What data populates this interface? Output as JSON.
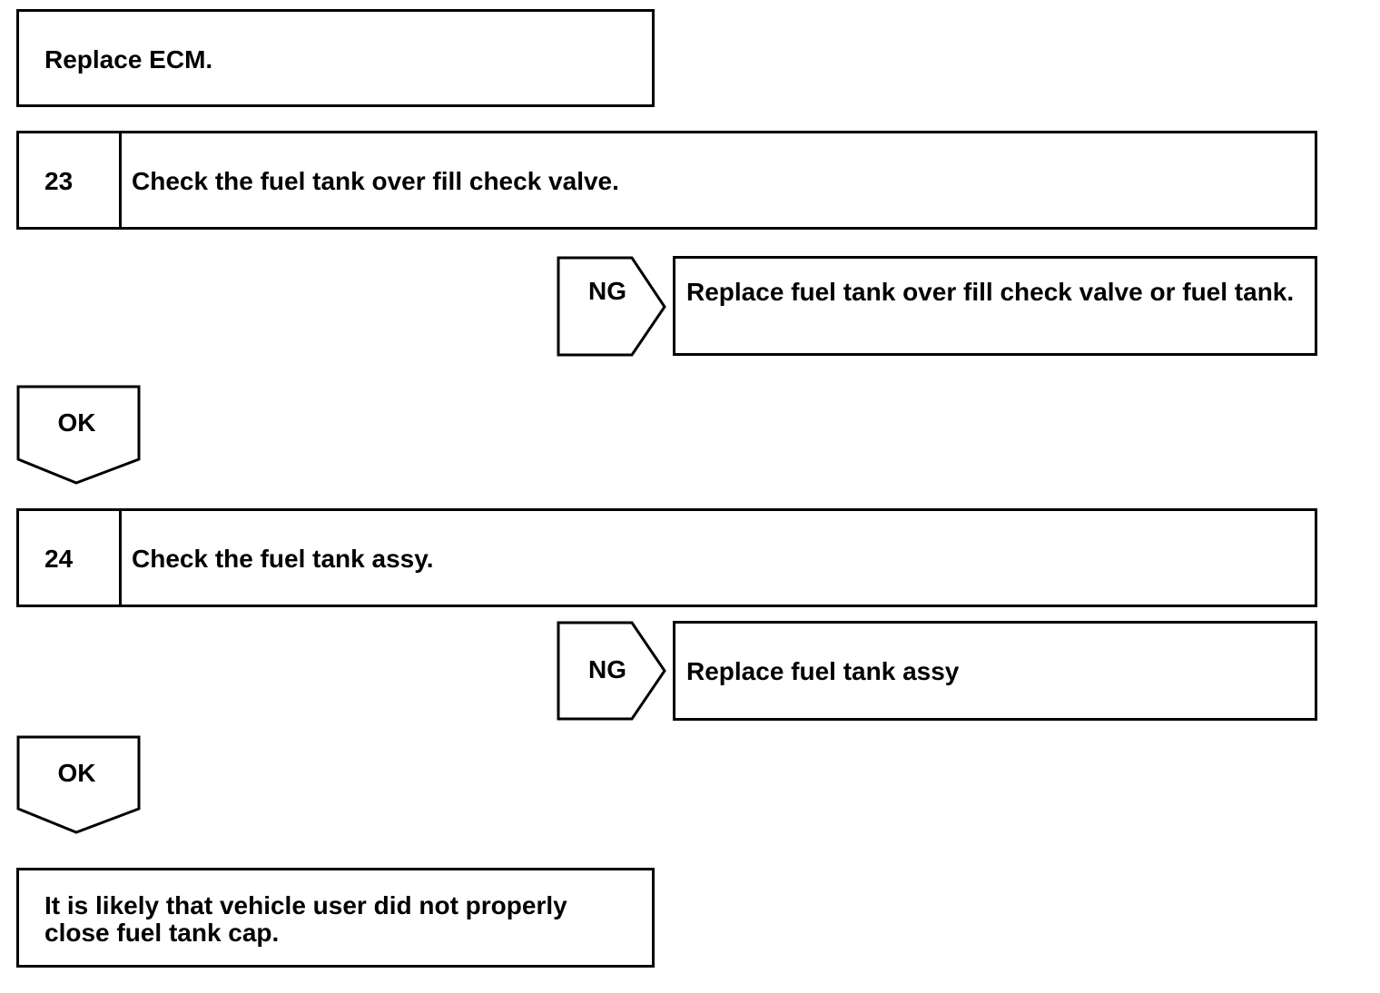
{
  "blocks": {
    "replace_ecm": "Replace ECM.",
    "step23": {
      "number": "23",
      "text": "Check the fuel tank over fill check valve."
    },
    "ng23": {
      "label": "NG",
      "action": "Replace fuel tank over fill check valve or fuel tank."
    },
    "ok23": "OK",
    "step24": {
      "number": "24",
      "text": "Check the fuel tank assy."
    },
    "ng24": {
      "label": "NG",
      "action": "Replace fuel tank assy"
    },
    "ok24": "OK",
    "final": "It is likely that vehicle user did not properly close fuel tank cap."
  }
}
